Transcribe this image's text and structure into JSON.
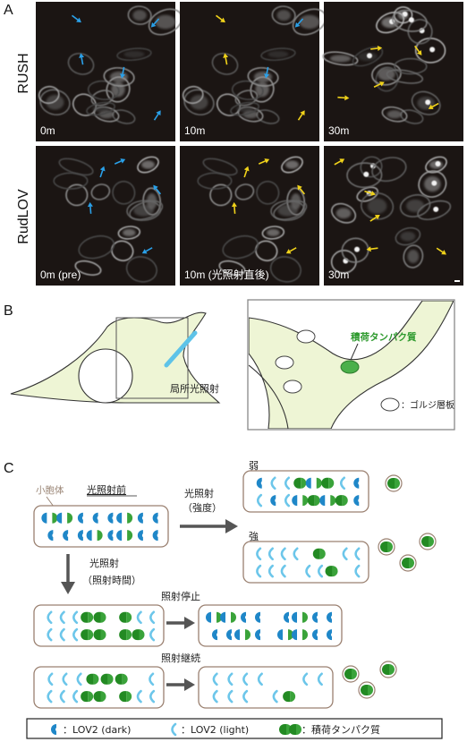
{
  "panel_a": {
    "letter": "A",
    "rows": [
      {
        "label": "RUSH",
        "times": [
          "0m",
          "10m",
          "30m"
        ]
      },
      {
        "label": "RudLOV",
        "times": [
          "0m (pre)",
          "10m (光照射直後)",
          "30m"
        ]
      }
    ]
  },
  "panel_b": {
    "letter": "B",
    "local_irradiation": "局所光照射",
    "cargo_protein": "積荷タンパク質",
    "golgi_legend": "：ゴルジ層板"
  },
  "panel_c": {
    "letter": "C",
    "vesicle_label": "小胞体",
    "before_label": "光照射前",
    "irr_strength_1": "光照射",
    "irr_strength_2": "（強度）",
    "weak": "弱",
    "strong": "強",
    "irr_time_1": "光照射",
    "irr_time_2": "（照射時間）",
    "stop": "照射停止",
    "continue": "照射継続",
    "legend": {
      "dark": "：LOV2 (dark)",
      "light": "：LOV2 (light)",
      "cargo": "：積荷タンパク質"
    }
  },
  "colors": {
    "dark_lov": "#1f87c8",
    "light_lov": "#6cc6ea",
    "cargo": "#3aa33a",
    "cell_fill": "#eef5d5",
    "irradiation": "#5ec3e8",
    "vesicle_border": "#9a8070"
  }
}
